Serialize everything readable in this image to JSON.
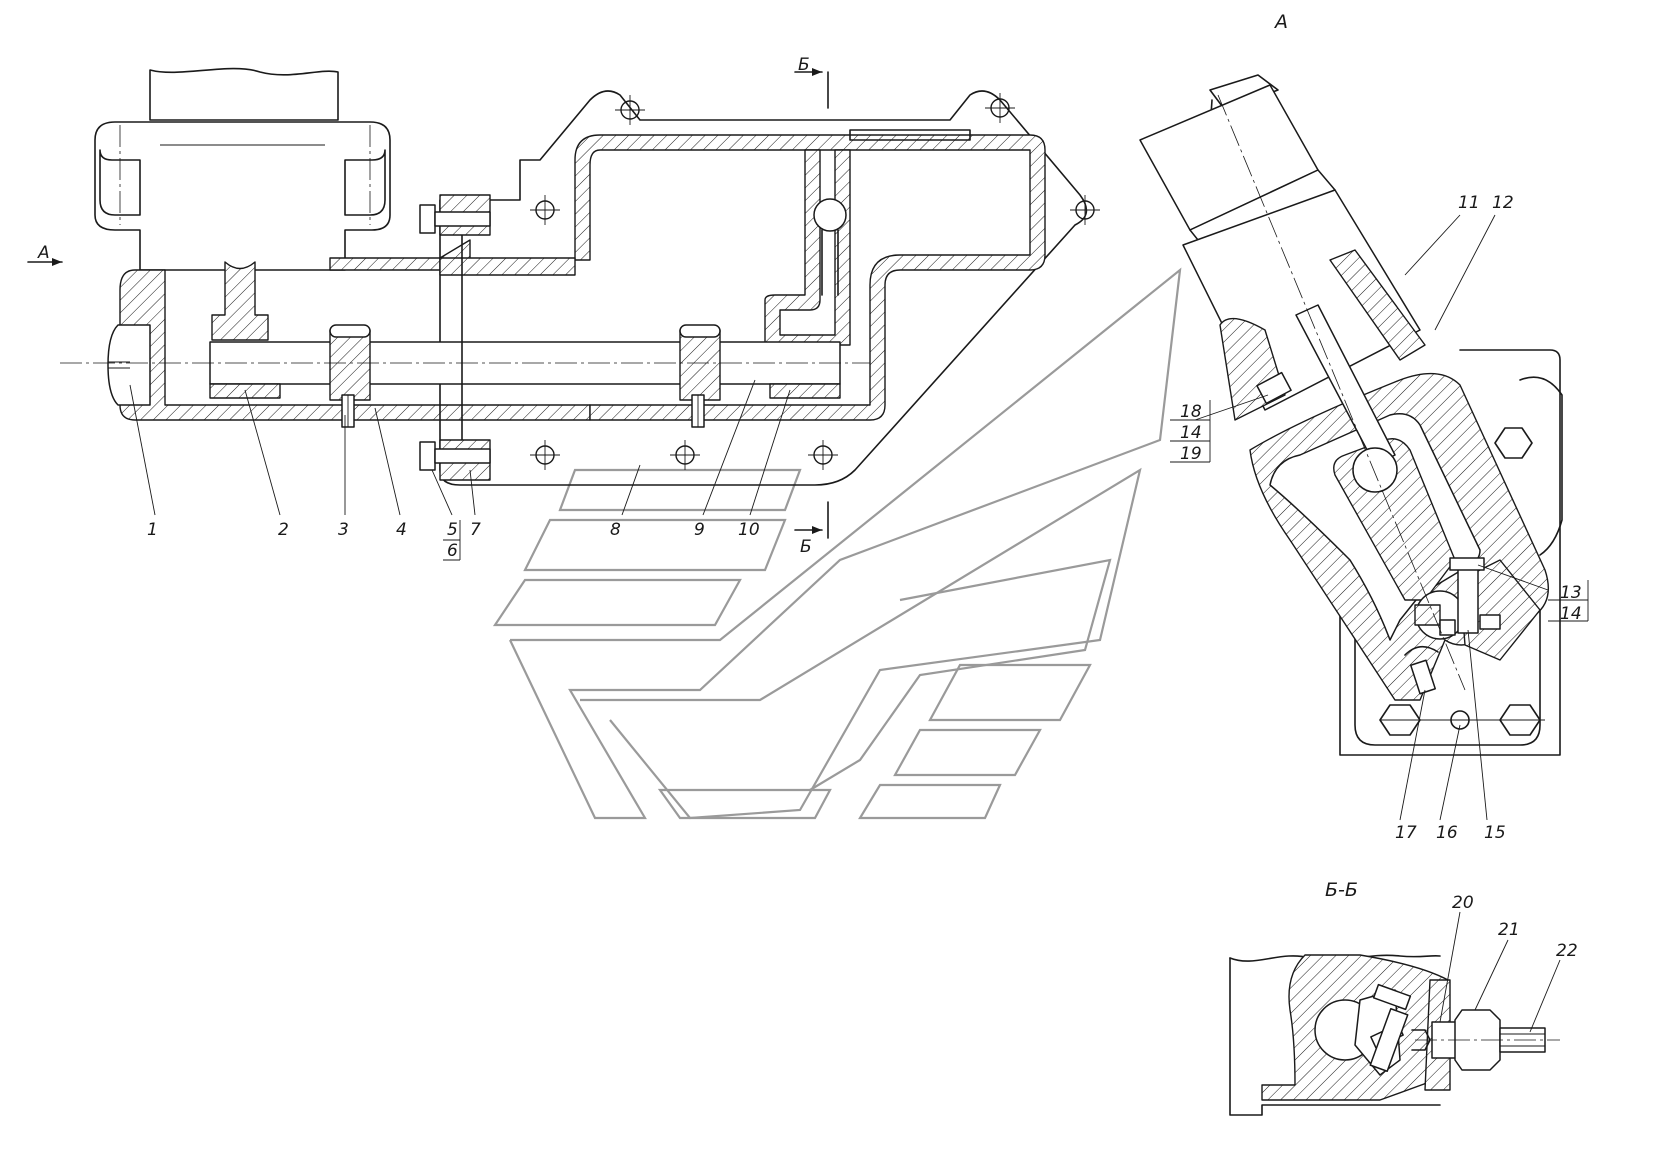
{
  "view_labels": {
    "view_a": "А",
    "section_bb": "Б-Б",
    "arrow_a": "А",
    "cut_b_top": "Б",
    "cut_b_bottom": "Б"
  },
  "callouts_main": [
    "1",
    "2",
    "3",
    "4",
    "5",
    "6",
    "7",
    "8",
    "9",
    "10"
  ],
  "callouts_view_a": [
    "11",
    "12",
    "13",
    "14",
    "15",
    "16",
    "17",
    "18",
    "14",
    "19"
  ],
  "callouts_section": [
    "20",
    "21",
    "22"
  ]
}
